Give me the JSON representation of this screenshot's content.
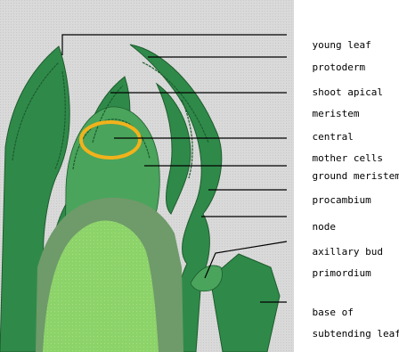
{
  "colors": {
    "background": "#d9d9d9",
    "tissue_dark": "#2f8a4a",
    "tissue_mid": "#4aa45c",
    "tissue_light": "#8cd36a",
    "inner_tint": "#6f9a6a",
    "cell_line": "#1d5c2c",
    "highlight_ring": "#f2b21b",
    "leader_line": "#000000"
  },
  "labels": [
    {
      "id": "young-leaf",
      "lines": [
        "young leaf"
      ]
    },
    {
      "id": "protoderm",
      "lines": [
        "protoderm"
      ]
    },
    {
      "id": "shoot-apical-meristem",
      "lines": [
        "shoot apical",
        "meristem"
      ]
    },
    {
      "id": "central-mother-cells",
      "lines": [
        "central",
        "mother cells"
      ]
    },
    {
      "id": "ground-meristem",
      "lines": [
        "ground meristem"
      ]
    },
    {
      "id": "procambium",
      "lines": [
        "procambium"
      ]
    },
    {
      "id": "node",
      "lines": [
        "node"
      ]
    },
    {
      "id": "axillary-bud-primordium",
      "lines": [
        "axillary bud",
        "primordium"
      ]
    },
    {
      "id": "base-of-subtending-leaf",
      "lines": [
        "base of",
        "subtending leaf"
      ]
    }
  ]
}
